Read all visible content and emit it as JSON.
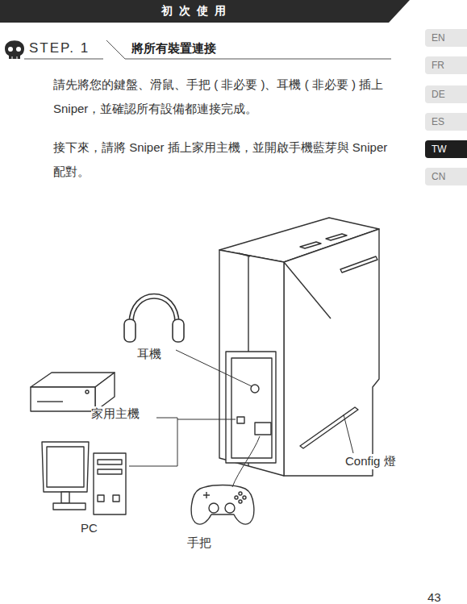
{
  "diagram": {
    "title": "初 次 使 用",
    "nodes": [
      {
        "text": [
          "EN"
        ]
      },
      {
        "text": [
          "FR"
        ]
      },
      {
        "text": [
          "DE"
        ]
      },
      {
        "text": [
          "ES"
        ]
      },
      {
        "text": [
          "TW"
        ]
      },
      {
        "text": [
          "CN"
        ]
      }
    ],
    "labels": [
      "STEP. 1",
      "將所有裝置連接",
      "請先將您的鍵盤、滑鼠、手把 ( 非必要 )、耳機 ( 非必要 ) 插上 Sniper，並確認所有設備都連接完成。",
      "接下來，請將 Sniper 插上家用主機，並開啟手機藍芽與 Sniper 配對。",
      "耳機",
      "家用主機",
      "PC",
      "手把",
      "Config 燈",
      "43"
    ]
  }
}
